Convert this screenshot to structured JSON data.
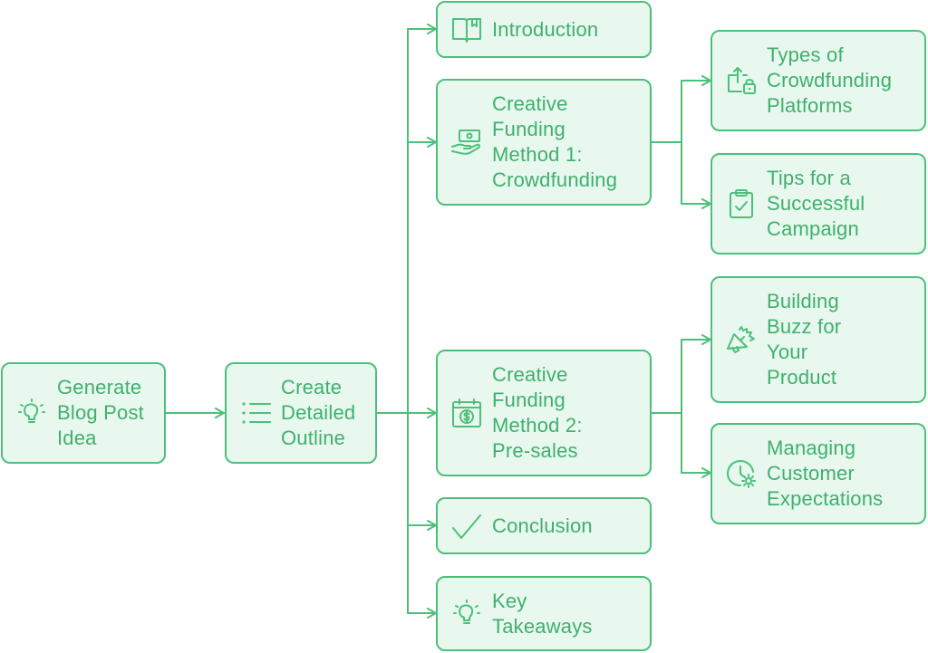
{
  "diagram": {
    "colors": {
      "fill": "#e8f8ee",
      "stroke": "#4cc07a",
      "text": "#3fb06d"
    },
    "nodes": {
      "generate": {
        "label": "Generate\nBlog Post\nIdea",
        "icon": "lightbulb-icon"
      },
      "outline": {
        "label": "Create\nDetailed\nOutline",
        "icon": "list-icon"
      },
      "introduction": {
        "label": "Introduction",
        "icon": "book-icon"
      },
      "method1": {
        "label": "Creative\nFunding\nMethod 1:\nCrowdfunding",
        "icon": "money-hand-icon"
      },
      "method2": {
        "label": "Creative\nFunding\nMethod 2:\nPre-sales",
        "icon": "calendar-dollar-icon"
      },
      "conclusion": {
        "label": "Conclusion",
        "icon": "checkmark-icon"
      },
      "takeaways": {
        "label": "Key\nTakeaways",
        "icon": "lightbulb-icon"
      },
      "types": {
        "label": "Types of\nCrowdfunding\nPlatforms",
        "icon": "upload-lock-icon"
      },
      "tips": {
        "label": "Tips for a\nSuccessful\nCampaign",
        "icon": "clipboard-check-icon"
      },
      "buzz": {
        "label": "Building\nBuzz for\nYour\nProduct",
        "icon": "megaphone-icon"
      },
      "expectations": {
        "label": "Managing\nCustomer\nExpectations",
        "icon": "clock-gear-icon"
      }
    }
  }
}
